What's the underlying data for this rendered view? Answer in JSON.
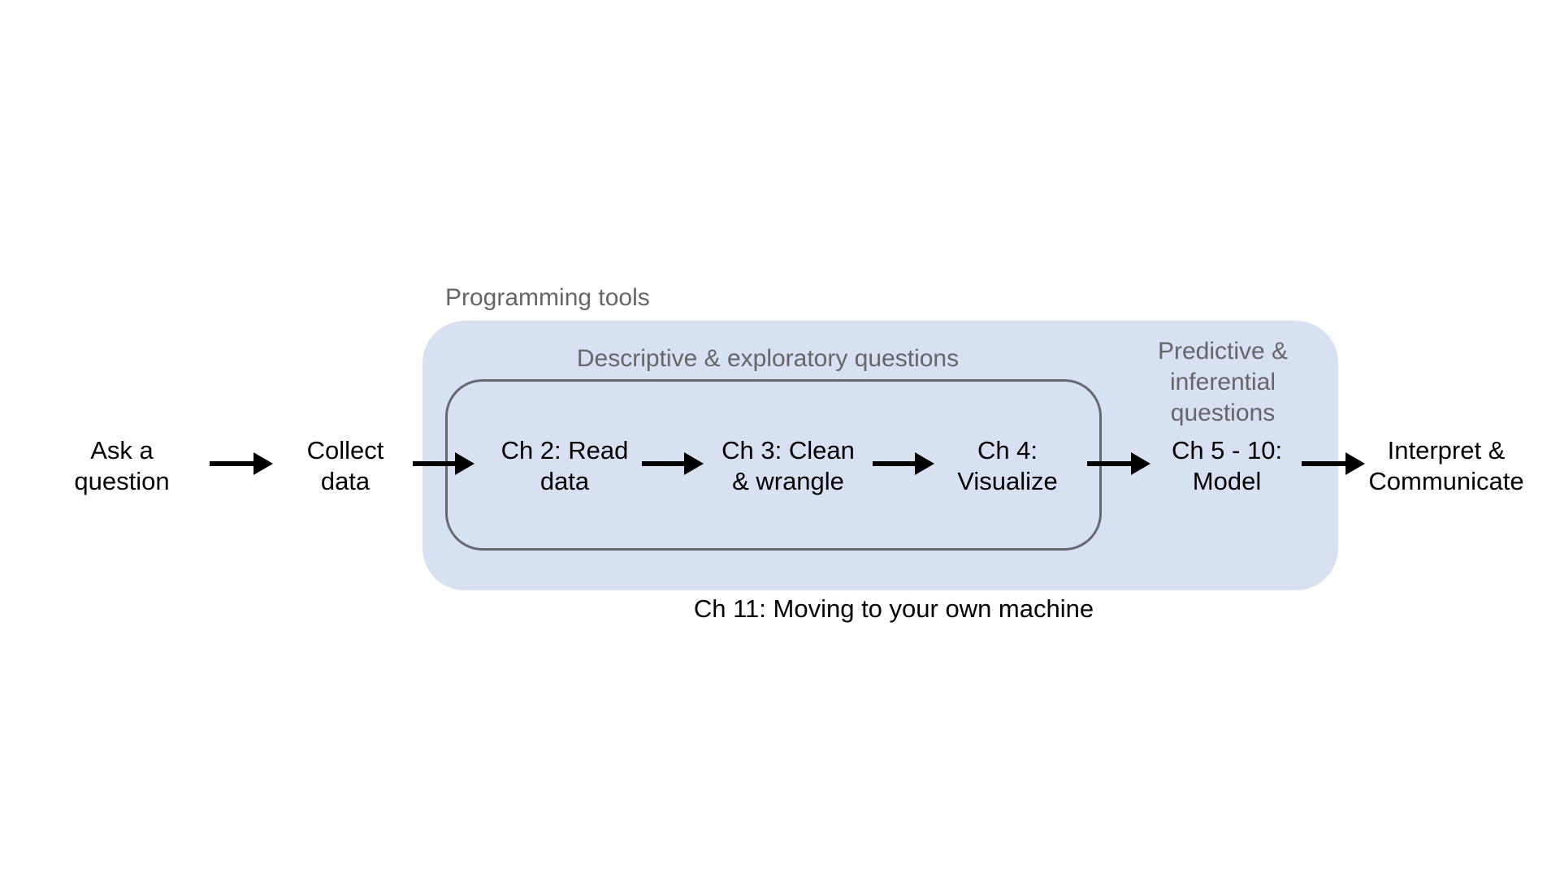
{
  "groups": {
    "programming_tools": "Programming tools",
    "descriptive": "Descriptive & exploratory questions",
    "predictive": "Predictive &\ninferential\nquestions",
    "ch11": "Ch 11: Moving to your own machine"
  },
  "steps": {
    "ask": "Ask a\nquestion",
    "collect": "Collect\ndata",
    "read": "Ch 2: Read\ndata",
    "clean": "Ch 3: Clean\n& wrangle",
    "visualize": "Ch 4:\nVisualize",
    "model": "Ch 5 - 10:\nModel",
    "interpret": "Interpret &\nCommunicate"
  },
  "colors": {
    "outer_fill": "#d8e1f1",
    "inner_border": "#666a6e",
    "group_label": "#666666",
    "step_text": "#000000",
    "arrow": "#000000"
  }
}
